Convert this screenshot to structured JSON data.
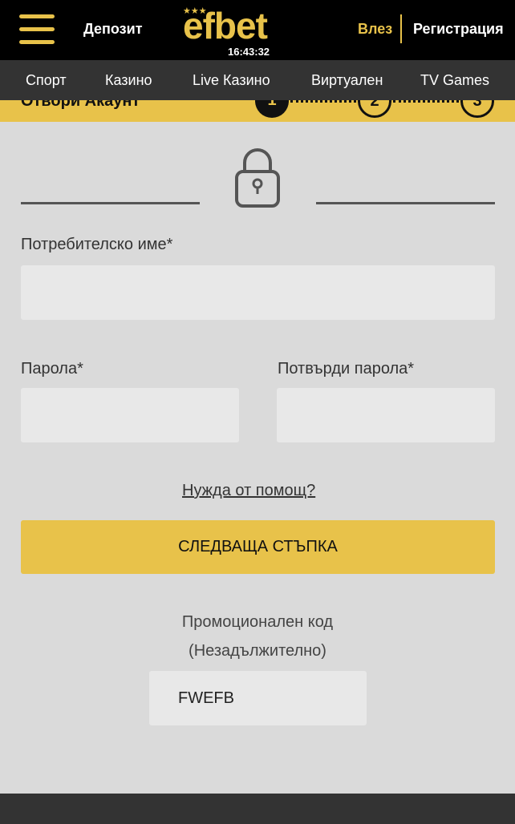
{
  "header": {
    "deposit_label": "Депозит",
    "logo_text": "efbet",
    "clock": "16:43:32",
    "login_label": "Влез",
    "register_label": "Регистрация",
    "accent_color": "#e8c24a"
  },
  "nav": {
    "items": [
      {
        "label": "Спорт"
      },
      {
        "label": "Казино"
      },
      {
        "label": "Live Казино"
      },
      {
        "label": "Виртуален"
      },
      {
        "label": "TV Games"
      }
    ]
  },
  "steps": {
    "title": "Отвори Акаунт",
    "items": [
      {
        "number": "1",
        "state": "active"
      },
      {
        "number": "2",
        "state": "inactive"
      },
      {
        "number": "3",
        "state": "inactive"
      }
    ]
  },
  "form": {
    "lock_icon": "padlock-icon",
    "username_label": "Потребителско име*",
    "username_value": "",
    "password_label": "Парола*",
    "password_value": "",
    "confirm_password_label": "Потвърди парола*",
    "confirm_password_value": "",
    "help_link": "Нужда от помощ?",
    "next_button": "СЛЕДВАЩА СТЪПКА",
    "promo_label": "Промоционален код",
    "promo_optional": "(Незадължително)",
    "promo_value": "FWEFB"
  }
}
